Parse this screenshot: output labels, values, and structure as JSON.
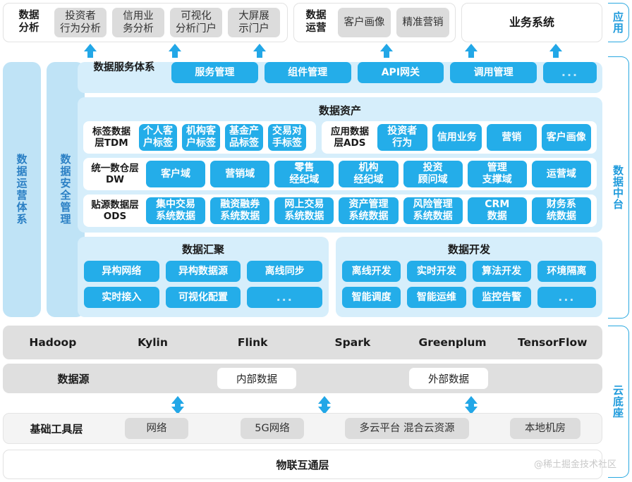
{
  "application": {
    "analysis_group": {
      "label": "数据\n分析",
      "items": [
        "投资者\n行为分析",
        "信用业\n务分析",
        "可视化\n分析门户",
        "大屏展\n示门户"
      ]
    },
    "operation_group": {
      "label": "数据\n运营",
      "items": [
        "客户画像",
        "精准营销"
      ]
    },
    "business_system": "业务系统"
  },
  "brackets": {
    "app": "应用",
    "middle": "数据中台",
    "cloud": "云底座"
  },
  "side_columns": [
    {
      "label": "数据运营体系"
    },
    {
      "label": "数据安全管理"
    }
  ],
  "service_layer": {
    "title": "数据服务体系",
    "items": [
      "服务管理",
      "组件管理",
      "API网关",
      "调用管理",
      "..."
    ]
  },
  "data_assets": {
    "title": "数据资产",
    "rows": [
      {
        "groups": [
          {
            "title": "标签数据\n层TDM",
            "items": [
              "个人客\n户标签",
              "机构客\n户标签",
              "基金产\n品标签",
              "交易对\n手标签"
            ]
          },
          {
            "title": "应用数据\n层ADS",
            "items": [
              "投资者\n行为",
              "信用业务",
              "营销",
              "客户画像"
            ]
          }
        ]
      },
      {
        "groups": [
          {
            "title": "统一数仓层\nDW",
            "items": [
              "客户域",
              "营销域",
              "零售\n经纪域",
              "机构\n经纪域",
              "投资\n顾问域",
              "管理\n支撑域",
              "运营域"
            ]
          }
        ]
      },
      {
        "groups": [
          {
            "title": "贴源数据层\nODS",
            "items": [
              "集中交易\n系统数据",
              "融资融券\n系统数据",
              "网上交易\n系统数据",
              "资产管理\n系统数据",
              "风险管理\n系统数据",
              "CRM\n数据",
              "财务系\n统数据"
            ]
          }
        ]
      }
    ]
  },
  "panels": [
    {
      "title": "数据汇聚",
      "rows": [
        [
          "异构网络",
          "异构数据源",
          "离线同步"
        ],
        [
          "实时接入",
          "可视化配置",
          "..."
        ]
      ]
    },
    {
      "title": "数据开发",
      "rows": [
        [
          "离线开发",
          "实时开发",
          "算法开发",
          "环境隔离"
        ],
        [
          "智能调度",
          "智能运维",
          "监控告警",
          "..."
        ]
      ]
    }
  ],
  "tech_stack": [
    "Hadoop",
    "Kylin",
    "Flink",
    "Spark",
    "Greenplum",
    "TensorFlow"
  ],
  "data_source": {
    "title": "数据源",
    "items": [
      "内部数据",
      "外部数据"
    ]
  },
  "tool_layer": {
    "title": "基础工具层",
    "items": [
      "网络",
      "5G网络",
      "多云平台 混合云资源",
      "本地机房"
    ]
  },
  "iot_layer": "物联互通层",
  "watermark": "@稀土掘金技术社区",
  "colors": {
    "chip_blue": "#24ade9",
    "light_blue": "#d6eefb",
    "side_blue": "#bfe3f6",
    "bracket_blue": "#29a8e0",
    "grey": "#dcdcdc"
  }
}
